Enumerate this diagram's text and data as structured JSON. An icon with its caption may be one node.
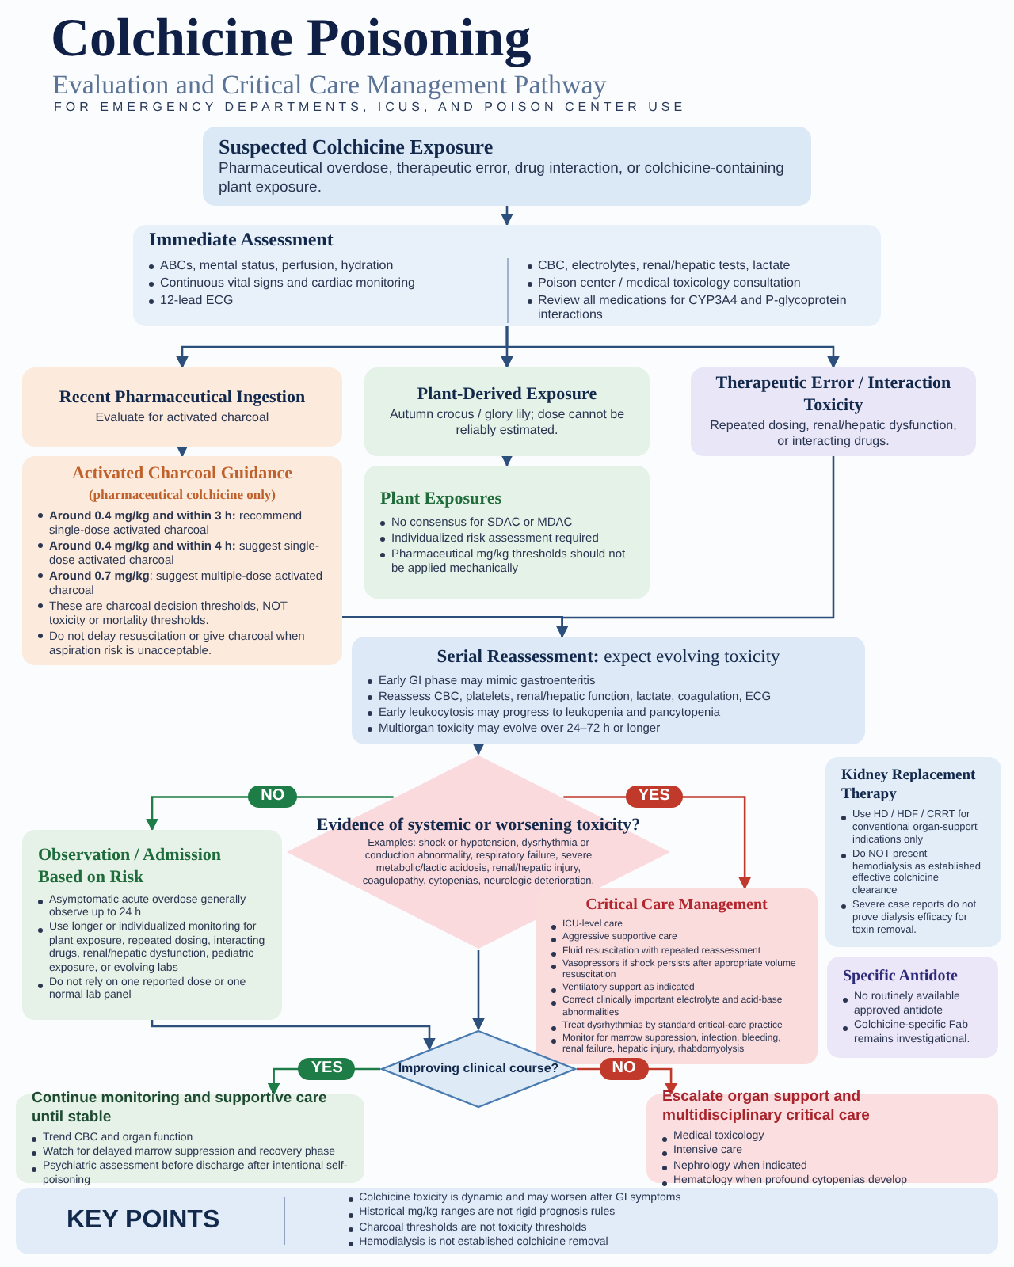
{
  "diagram": {
    "title": "Colchicine Poisoning",
    "labels": [
      "Evaluation and Critical Care Management Pathway",
      "FOR EMERGENCY DEPARTMENTS, ICUS, AND POISON CENTER USE"
    ],
    "nodes": [
      {
        "text": [
          "Suspected Colchicine Exposure",
          "Pharmaceutical overdose, therapeutic error, drug interaction, or colchicine-containing plant exposure."
        ]
      },
      {
        "text": [
          "Immediate Assessment",
          "ABCs, mental status, perfusion, hydration",
          "Continuous vital signs and cardiac monitoring",
          "12-lead ECG",
          "CBC, electrolytes, renal/hepatic tests, lactate",
          "Poison center / medical toxicology consultation",
          "Review all medications for CYP3A4 and P-glycoprotein interactions"
        ]
      },
      {
        "text": [
          "Recent Pharmaceutical Ingestion",
          "Evaluate for activated charcoal"
        ]
      },
      {
        "text": [
          "Activated Charcoal Guidance",
          "(pharmaceutical colchicine only)",
          "**Around 0.4 mg/kg and within 3 h:** recommend single-dose activated charcoal",
          "**Around 0.4 mg/kg and within 4 h:** suggest single-dose activated charcoal",
          "**Around 0.7 mg/kg**: suggest multiple-dose activated charcoal",
          "These are charcoal decision thresholds, NOT toxicity or mortality thresholds.",
          "Do not delay resuscitation or give charcoal when aspiration risk is unacceptable."
        ]
      },
      {
        "text": [
          "Plant-Derived Exposure",
          "Autumn crocus / glory lily; dose cannot be reliably estimated."
        ]
      },
      {
        "text": [
          "Plant Exposures",
          "No consensus for SDAC or MDAC",
          "Individualized risk assessment required",
          "Pharmaceutical mg/kg thresholds should not be applied mechanically"
        ]
      },
      {
        "text": [
          "Therapeutic Error / Interaction Toxicity",
          "Repeated dosing, renal/hepatic dysfunction, or interacting drugs."
        ]
      },
      {
        "text": [
          "**Serial Reassessment:** expect evolving toxicity",
          "Early GI phase may mimic gastroenteritis",
          "Reassess CBC, platelets, renal/hepatic function, lactate, coagulation, ECG",
          "Early leukocytosis may progress to leukopenia and pancytopenia",
          "Multiorgan toxicity may evolve over 24–72 h or longer"
        ]
      },
      {
        "text": [
          "Evidence of systemic or worsening toxicity?",
          "Examples: shock or hypotension, dysrhythmia or conduction abnormality, respiratory failure, severe metabolic/lactic acidosis, renal/hepatic injury, coagulopathy, cytopenias, neurologic deterioration."
        ]
      },
      {
        "text": [
          "Observation / Admission Based on Risk",
          "Asymptomatic acute overdose generally observe up to 24 h",
          "Use longer or individualized monitoring for plant exposure, repeated dosing, interacting drugs, renal/hepatic dysfunction, pediatric exposure, or evolving labs",
          "Do not rely on one reported dose or one normal lab panel"
        ]
      },
      {
        "text": [
          "Critical Care Management",
          "ICU-level care",
          "Aggressive supportive care",
          "Fluid resuscitation with repeated reassessment",
          "Vasopressors if shock persists after appropriate volume resuscitation",
          "Ventilatory support as indicated",
          "Correct clinically important electrolyte and acid-base abnormalities",
          "Treat dysrhythmias by standard critical-care practice",
          "Monitor for marrow suppression, infection, bleeding, renal failure, hepatic injury, rhabdomyolysis"
        ]
      },
      {
        "text": [
          "Kidney Replacement Therapy",
          "Use HD / HDF / CRRT for conventional organ-support indications only",
          "Do NOT present hemodialysis as established effective colchicine clearance",
          "Severe case reports do not prove dialysis efficacy for toxin removal."
        ]
      },
      {
        "text": [
          "Specific Antidote",
          "No routinely available approved antidote",
          "Colchicine-specific Fab remains investigational."
        ]
      },
      {
        "text": [
          "Improving clinical course?"
        ]
      },
      {
        "text": [
          "Continue monitoring and supportive care until stable",
          "Trend CBC and organ function",
          "Watch for delayed marrow suppression and recovery phase",
          "Psychiatric assessment before discharge after intentional self-poisoning"
        ]
      },
      {
        "text": [
          "Escalate organ support and multidisciplinary critical care",
          "Medical toxicology",
          "Intensive care",
          "Nephrology when indicated",
          "Hematology when profound cytopenias develop"
        ]
      },
      {
        "text": [
          "KEY POINTS",
          "Colchicine toxicity is dynamic and may worsen after GI symptoms",
          "Historical mg/kg ranges are not rigid prognosis rules",
          "Charcoal thresholds are not toxicity thresholds",
          "Hemodialysis is not established colchicine removal"
        ]
      }
    ],
    "edges": [
      {
        "from": 0,
        "to": 1,
        "arrow": "to"
      },
      {
        "from": 1,
        "to": 2,
        "arrow": "to"
      },
      {
        "from": 1,
        "to": 4,
        "arrow": "to"
      },
      {
        "from": 1,
        "to": 6,
        "arrow": "to"
      },
      {
        "from": 2,
        "to": 3,
        "arrow": "to"
      },
      {
        "from": 4,
        "to": 5,
        "arrow": "to"
      },
      {
        "from": 3,
        "to": 7,
        "arrow": "to"
      },
      {
        "from": 6,
        "to": 7,
        "arrow": "to"
      },
      {
        "from": 7,
        "to": 8,
        "arrow": "to"
      },
      {
        "from": 8,
        "to": 9,
        "arrow": "to",
        "label": "NO",
        "color": "#1e7d46"
      },
      {
        "from": 8,
        "to": 10,
        "arrow": "to",
        "label": "YES",
        "color": "#c0392b"
      },
      {
        "from": 8,
        "to": 13,
        "arrow": "to"
      },
      {
        "from": 9,
        "to": 13,
        "arrow": "to"
      },
      {
        "from": 13,
        "to": 14,
        "arrow": "to",
        "label": "YES",
        "color": "#1e7d46"
      },
      {
        "from": 13,
        "to": 15,
        "arrow": "to",
        "label": "NO",
        "color": "#c0392b"
      }
    ]
  }
}
